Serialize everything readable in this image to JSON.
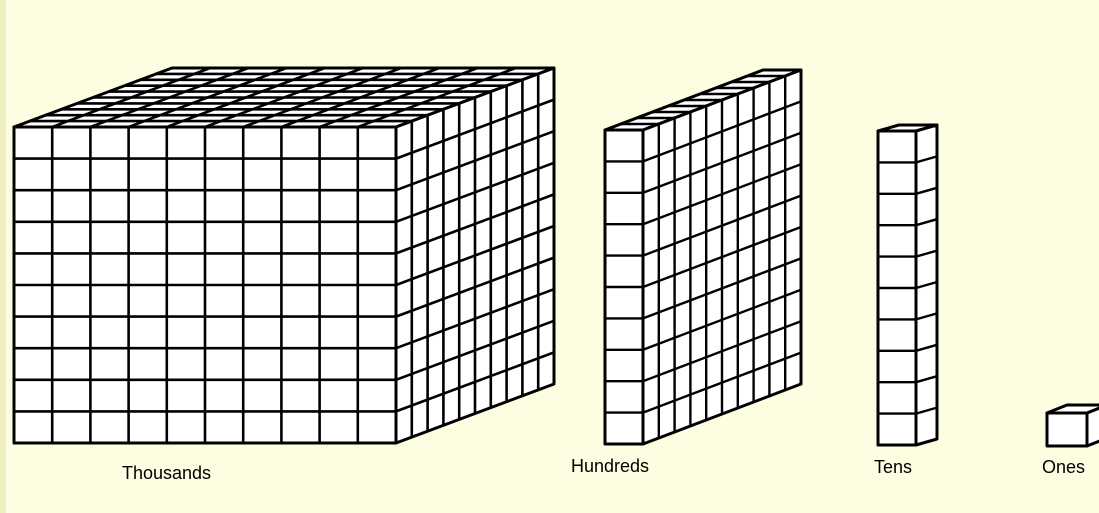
{
  "labels": {
    "thousands": "Thousands",
    "hundreds": "Hundreds",
    "tens": "Tens",
    "ones": "Ones"
  },
  "blocks": [
    {
      "label": "Thousands",
      "columns": 10,
      "rows": 10,
      "depth": 10
    },
    {
      "label": "Hundreds",
      "columns": 1,
      "rows": 10,
      "depth": 10
    },
    {
      "label": "Tens",
      "columns": 1,
      "rows": 10,
      "depth": 1
    },
    {
      "label": "Ones",
      "columns": 1,
      "rows": 1,
      "depth": 1
    }
  ],
  "colors": {
    "background": "#fdfde2",
    "block_face": "#ffffff",
    "line": "#000000",
    "frame": "#eeeebf"
  }
}
